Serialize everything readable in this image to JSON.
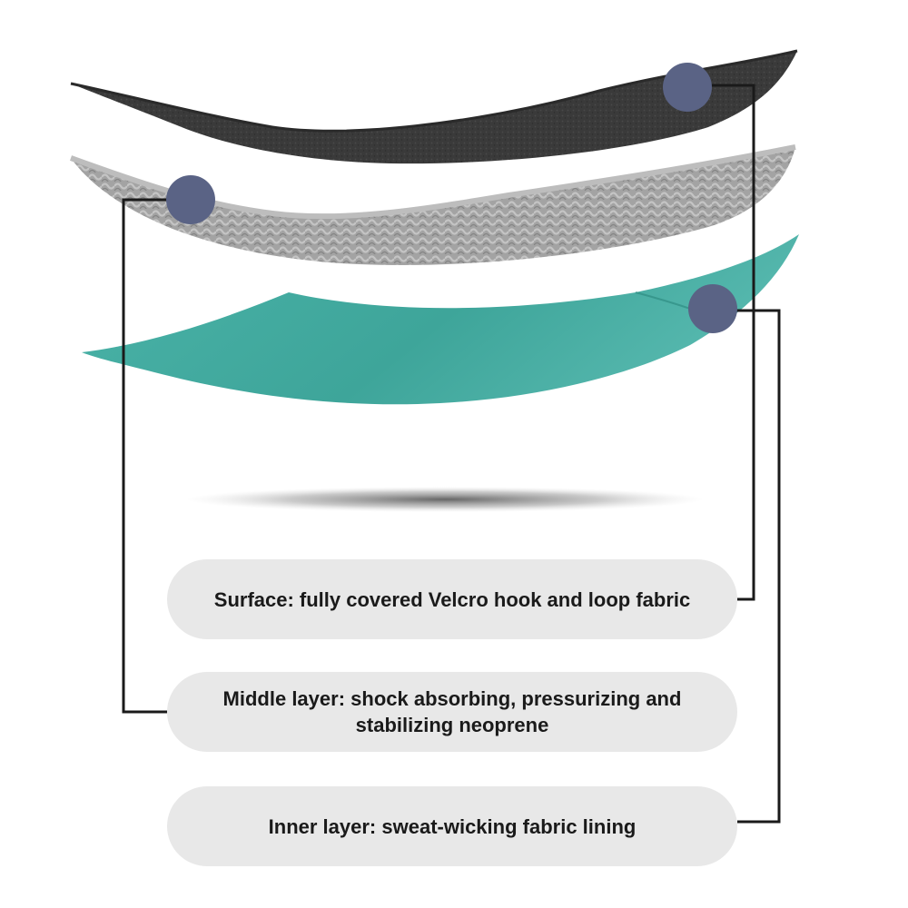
{
  "layers": [
    {
      "id": "surface",
      "label": "Surface: fully covered Velcro hook and loop fabric",
      "color": "#3a3a3a"
    },
    {
      "id": "middle",
      "label": "Middle layer: shock absorbing, pressurizing and stabilizing neoprene",
      "color": "#9b9b9b"
    },
    {
      "id": "inner",
      "label": "Inner layer: sweat-wicking fabric lining",
      "color": "#3fa89c"
    }
  ],
  "colors": {
    "marker": "#5a6385",
    "connector": "#1a1a1a",
    "pill_background": "#e8e8e8"
  }
}
